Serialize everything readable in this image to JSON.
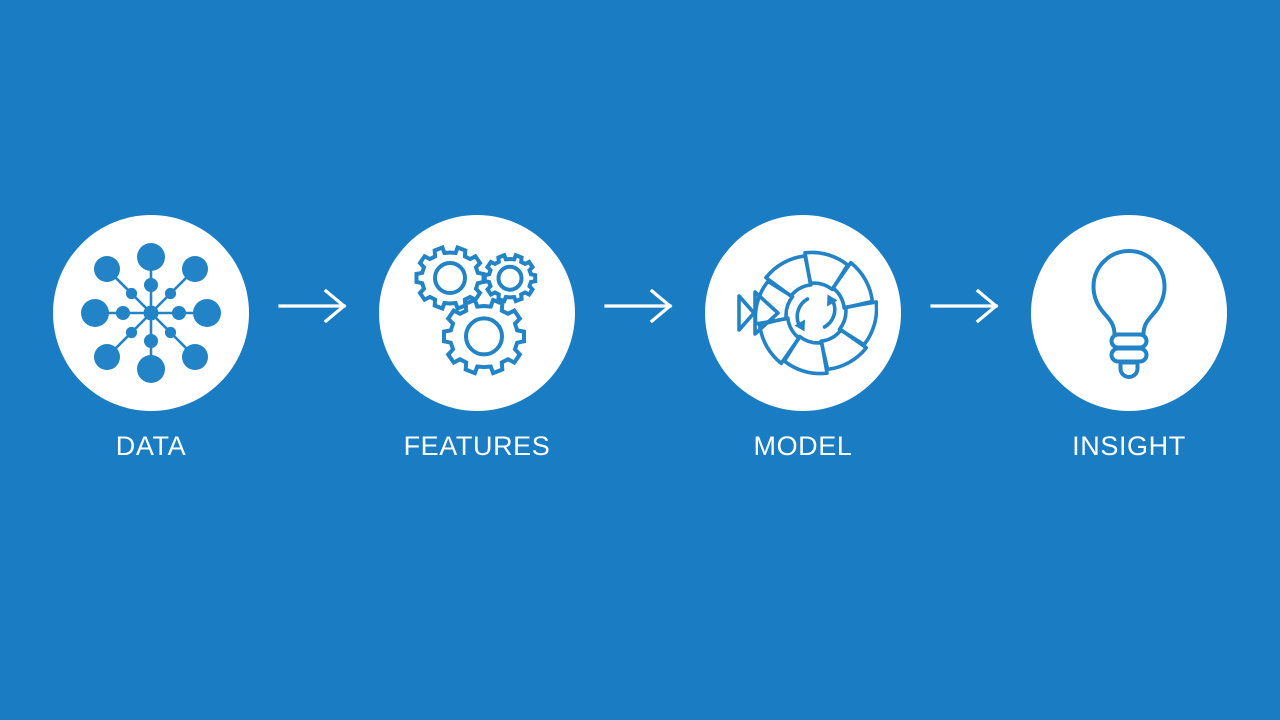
{
  "slide": {
    "background_color": "#1A7DC4",
    "icon_color": "#2283C6",
    "disc_color": "#FFFFFF",
    "label_color": "#FFFFFF",
    "arrow_color": "#FFFFFF"
  },
  "flow": {
    "stages": [
      {
        "label": "DATA",
        "icon": "network-nodes-icon"
      },
      {
        "label": "FEATURES",
        "icon": "gears-icon"
      },
      {
        "label": "MODEL",
        "icon": "segmented-ring-refresh-icon"
      },
      {
        "label": "INSIGHT",
        "icon": "lightbulb-icon"
      }
    ],
    "connectors": [
      {
        "icon": "arrow-right-icon"
      },
      {
        "icon": "arrow-right-icon"
      },
      {
        "icon": "arrow-right-icon"
      }
    ]
  }
}
